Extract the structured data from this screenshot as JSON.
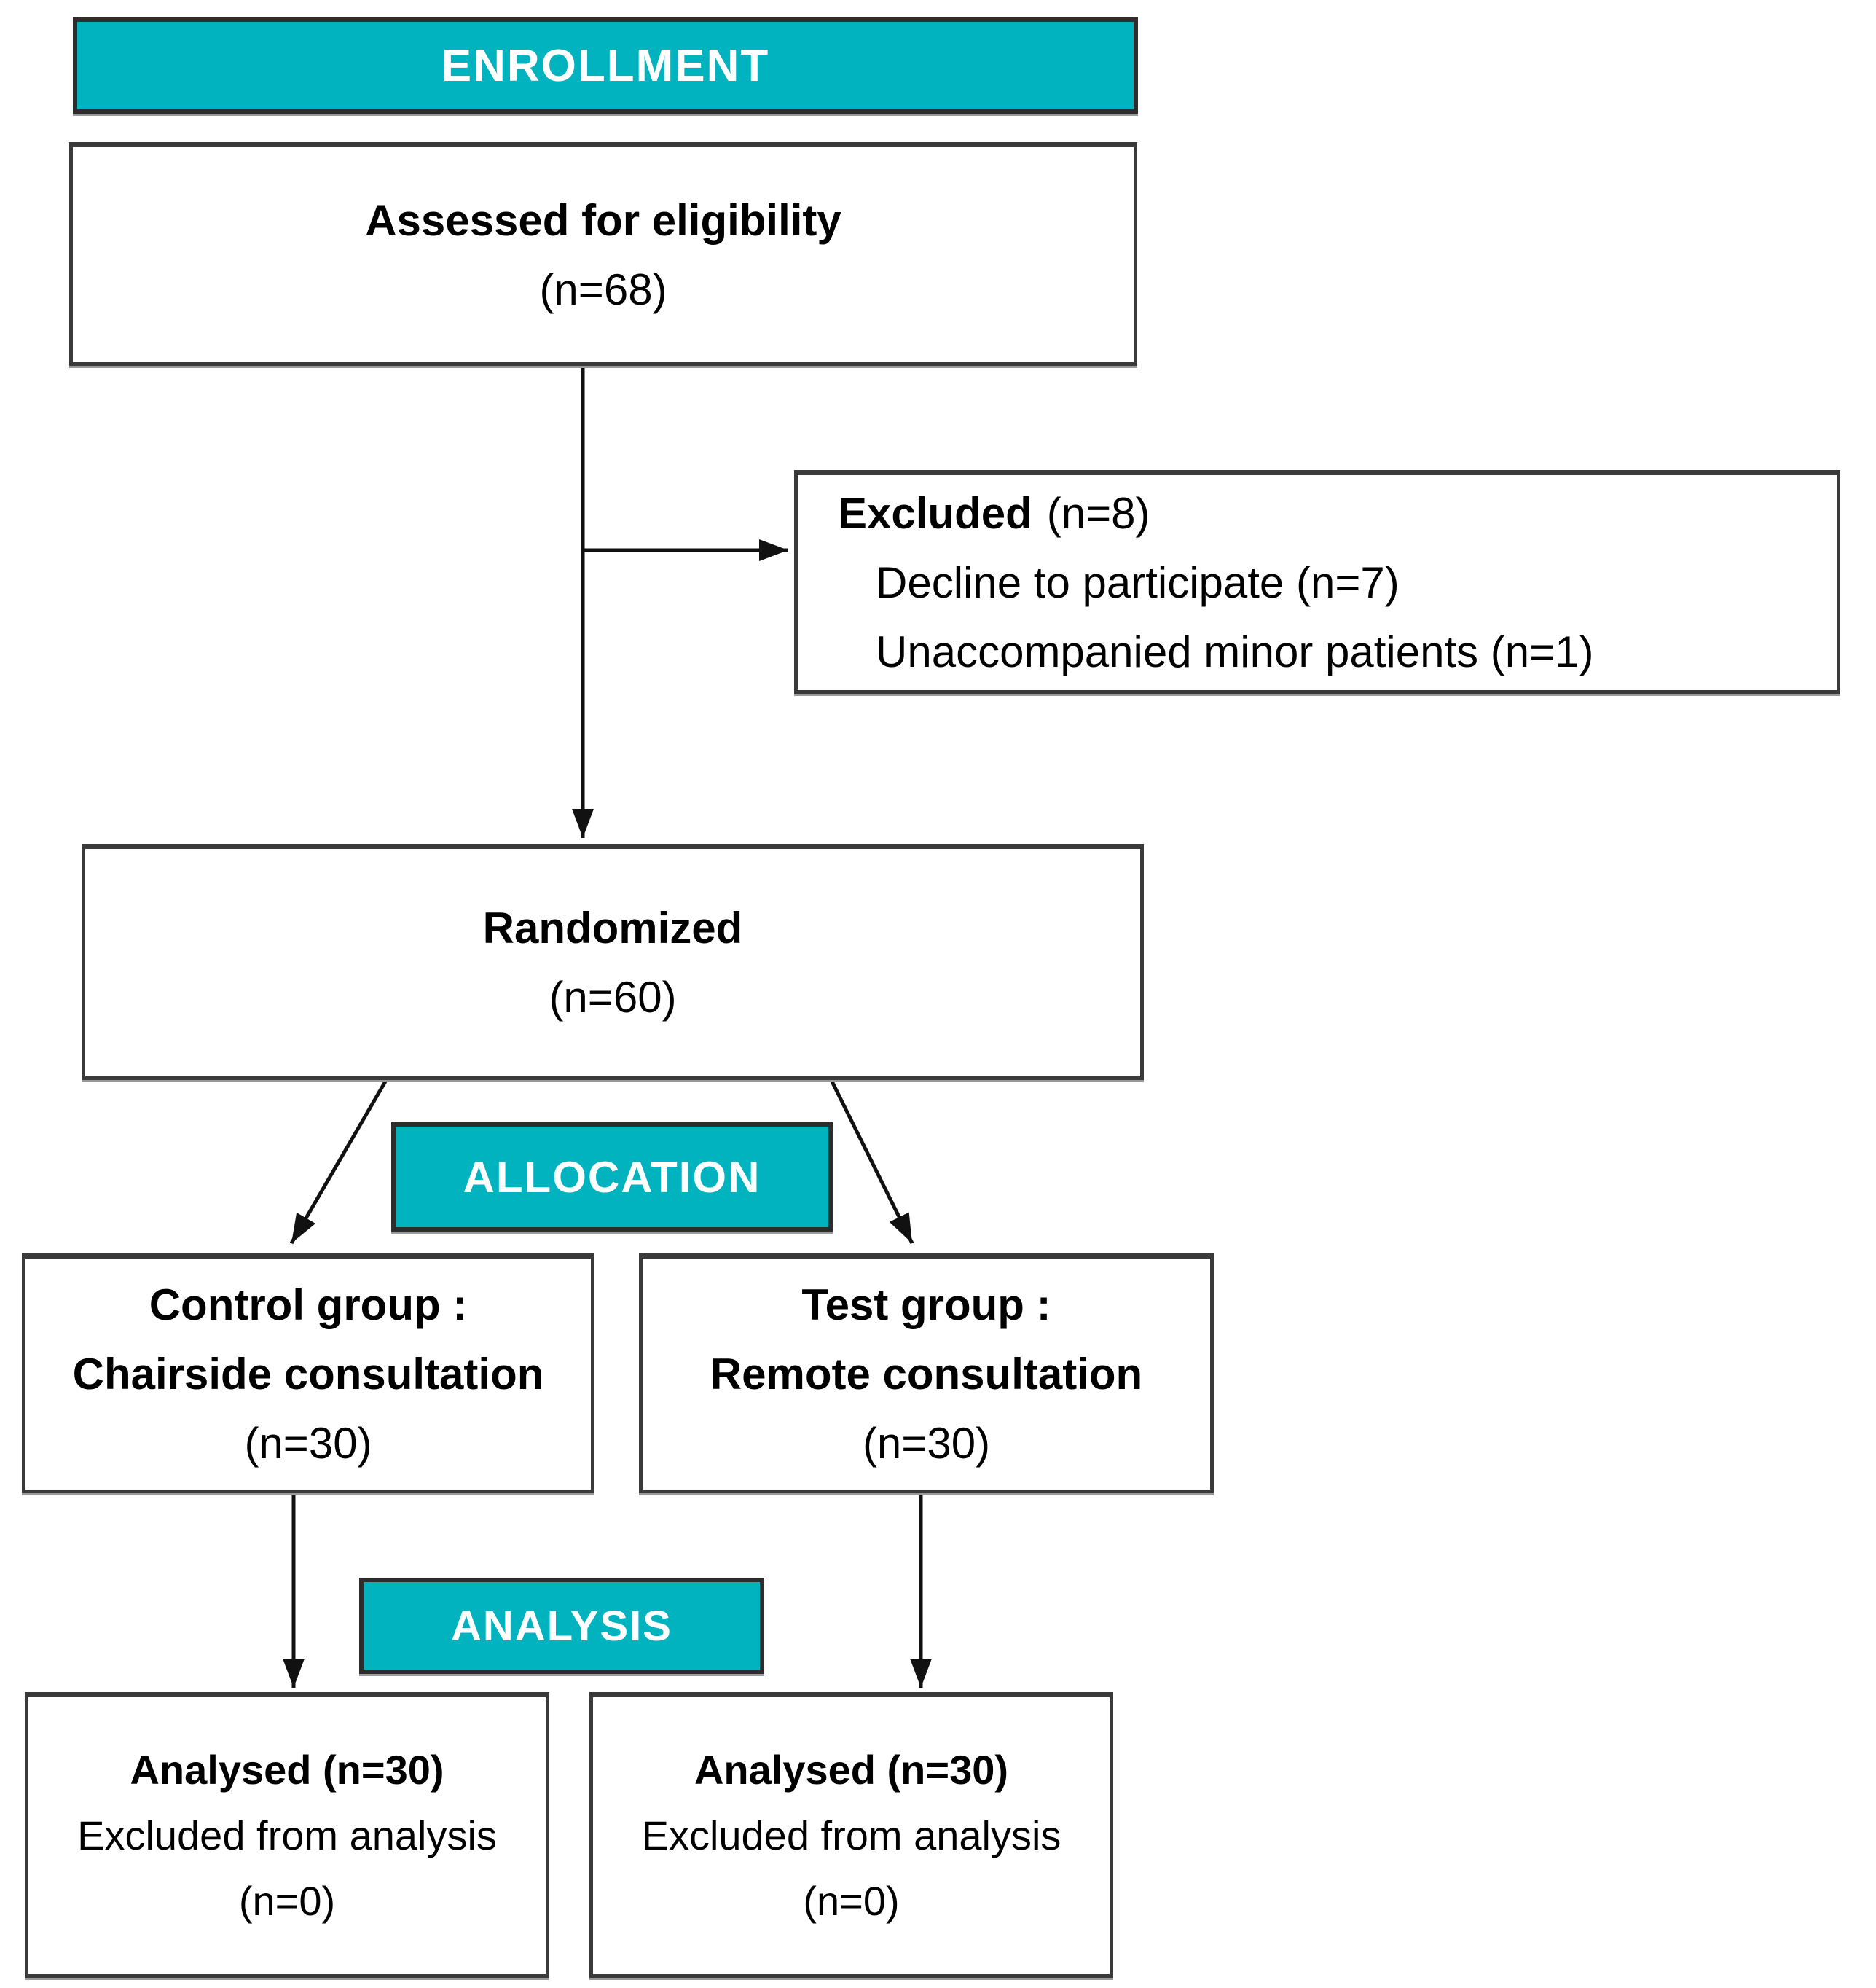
{
  "banners": {
    "enrollment": "ENROLLMENT",
    "allocation": "ALLOCATION",
    "analysis": "ANALYSIS"
  },
  "boxes": {
    "assessed": {
      "line1": "Assessed for eligibility",
      "line2": "(n=68)"
    },
    "excluded": {
      "title_bold": "Excluded",
      "title_rest": "(n=8)",
      "items": [
        "Decline to participate (n=7)",
        "Unaccompanied minor patients (n=1)"
      ]
    },
    "randomized": {
      "line1": "Randomized",
      "line2": "(n=60)"
    },
    "control": {
      "line1": "Control group :",
      "line2": "Chairside consultation",
      "line3": "(n=30)"
    },
    "test": {
      "line1": "Test group :",
      "line2": "Remote consultation",
      "line3": "(n=30)"
    },
    "analysed_control": {
      "line1": "Analysed (n=30)",
      "line2": "Excluded from analysis",
      "line3": "(n=0)"
    },
    "analysed_test": {
      "line1": "Analysed (n=30)",
      "line2": "Excluded from analysis",
      "line3": "(n=0)"
    }
  },
  "colors": {
    "teal": "#00b3bf",
    "border": "#3a3a3a",
    "arrow": "#111111",
    "text": "#000000",
    "banner-text": "#ffffff"
  }
}
